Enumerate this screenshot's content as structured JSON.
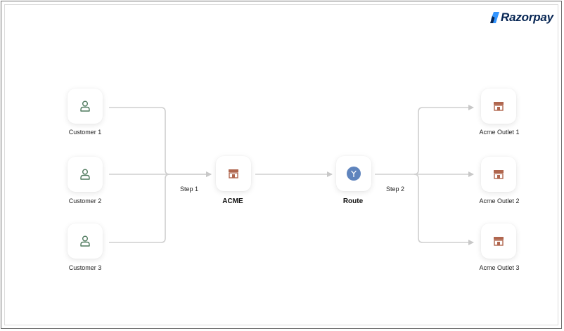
{
  "brand": {
    "name": "Razorpay",
    "logo_color": "#072654"
  },
  "colors": {
    "customer_icon": "#4f7a5e",
    "store_icon": "#b0664e",
    "route_icon": "#5f84bd",
    "arrow": "#c8c8c8"
  },
  "customers": [
    {
      "label": "Customer 1",
      "icon": "user-icon"
    },
    {
      "label": "Customer 2",
      "icon": "user-icon"
    },
    {
      "label": "Customer 3",
      "icon": "user-icon"
    }
  ],
  "merchant": {
    "label": "ACME",
    "icon": "store-icon"
  },
  "route": {
    "label": "Route",
    "icon": "route-icon"
  },
  "outlets": [
    {
      "label": "Acme Outlet 1",
      "icon": "store-icon"
    },
    {
      "label": "Acme Outlet 2",
      "icon": "store-icon"
    },
    {
      "label": "Acme Outlet 3",
      "icon": "store-icon"
    }
  ],
  "steps": {
    "step1": "Step 1",
    "step2": "Step 2"
  }
}
